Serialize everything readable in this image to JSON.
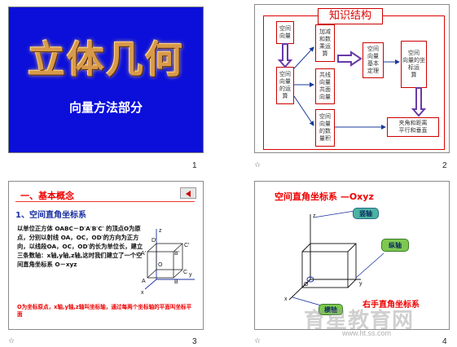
{
  "slides": [
    {
      "number": "1",
      "title": "立体几何",
      "subtitle": "向量方法部分",
      "bg_color": "#0b0fd9"
    },
    {
      "number": "2",
      "heading": "知识结构",
      "star": "☆",
      "boxes": {
        "b1": "空间\n向量",
        "b2": "加减\n和数\n乘运\n算",
        "b3": "空间\n向量\n基本\n定理",
        "b4": "空间\n向量的坐\n标运\n算",
        "b5": "空间\n向量\n的运\n算",
        "b6": "共线\n向量\n共面\n向量",
        "b7": "空间\n向量\n的数\n量积",
        "b8": "夹角和距离\n平行和垂直"
      }
    },
    {
      "number": "3",
      "star": "☆",
      "section_title": "一、基本概念",
      "subheading": "1、空间直角坐标系",
      "body_text": "以单位正方体 OABC－D′A′B′C′ 的顶点O为原点，分别以射线 OA，OC，OD′的方向为正方向，以线段OA，OC，OD′的长为单位长，建立三条数轴：x轴,y轴,z轴,这时我们建立了一个空间直角坐标系 O－xyz",
      "note_text": "O为坐标原点，x轴,y轴,z轴叫坐标轴，通过每两个坐标轴的平面叫坐标平面",
      "cube_labels": {
        "z": "z",
        "x": "x",
        "y": "y",
        "O": "O",
        "A": "A",
        "B": "B",
        "C": "C",
        "Dp": "D′",
        "Ap": "A′",
        "Bp": "B′",
        "Cp": "C′"
      }
    },
    {
      "number": "4",
      "star": "☆",
      "title": "空间直角坐标系 —Oxyz",
      "bubbles": {
        "z_axis": "竖轴",
        "y_axis": "纵轴",
        "x_axis": "横轴"
      },
      "caption": "右手直角坐标系",
      "axis_labels": {
        "z": "z",
        "x": "x",
        "y": "y",
        "O": "O"
      },
      "watermark": "育星教育网",
      "watermark_url": "www.ht.ss.com"
    }
  ]
}
